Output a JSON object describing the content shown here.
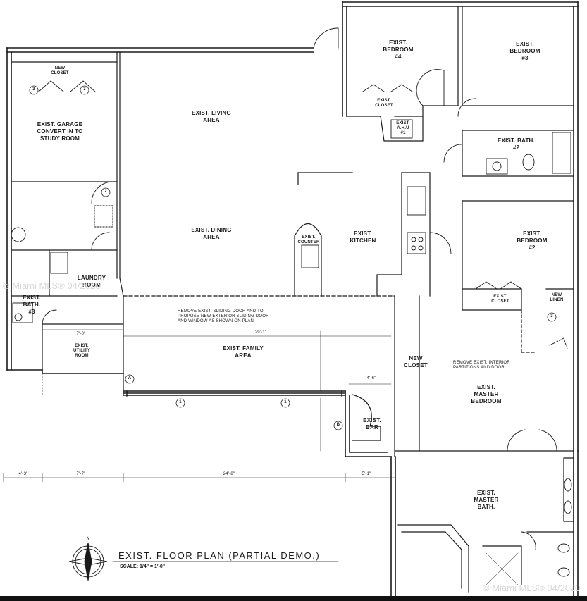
{
  "title": "EXIST. FLOOR PLAN (PARTIAL DEMO.)",
  "scale": "SCALE: 1/4\" = 1'-0\"",
  "north": "N",
  "watermark": "© Miami MLS® 04/2020",
  "colors": {
    "ink": "#1a1a1a",
    "paper": "#ffffff",
    "watermark": "#d8d8d8"
  },
  "rooms": {
    "new_closet_top": "NEW\nCLOSET",
    "garage": "EXIST. GARAGE\nCONVERT IN TO\nSTUDY ROOM",
    "living": "EXIST. LIVING\nAREA",
    "dining": "EXIST. DINING\nAREA",
    "kitchen": "EXIST.\nKITCHEN",
    "counter": "EXIST.\nCOUNTER",
    "laundry": "LAUNDRY\nROOM",
    "bath3": "EXIST.\nBATH.\n#3",
    "utility": "EXIST.\nUTILITY\nROOM",
    "family": "EXIST. FAMILY\nAREA",
    "bedroom4": "EXIST.\nBEDROOM\n#4",
    "closet4": "EXIST.\nCLOSET",
    "ahu": "EXIST.\nA.H.U\n#1",
    "bedroom3": "EXIST.\nBEDROOM\n#3",
    "bath2": "EXIST. BATH.\n#2",
    "bedroom2": "EXIST.\nBEDROOM\n#2",
    "closet2": "EXIST.\nCLOSET",
    "new_linen": "NEW\nLINEN",
    "new_closet_master": "NEW\nCLOSET",
    "master_bedroom": "EXIST.\nMASTER\nBEDROOM",
    "master_bath": "EXIST.\nMASTER\nBATH.",
    "bar": "EXIST.\nBAR"
  },
  "notes": {
    "sliding": "REMOVE EXIST. SLIDING DOOR AND TO\nPROPOSE NEW EXTERIOR SLIDING DOOR\nAND WINDOW AS SHOWN ON PLAN",
    "interior": "REMOVE EXIST. INTERIOR\nPARTITIONS AND DOOR"
  },
  "dimensions": {
    "d_4_3": "4'-3\"",
    "d_7_7": "7'-7\"",
    "d_24_8": "24'-8\"",
    "d_5_1": "5'-1\"",
    "d_29_1": "29'-1\"",
    "d_7_0": "7'-0\"",
    "d_4_6": "4'-6\""
  },
  "tags": {
    "t3": "3",
    "t2": "2",
    "t1": "1",
    "tA": "A",
    "tB": "B"
  }
}
